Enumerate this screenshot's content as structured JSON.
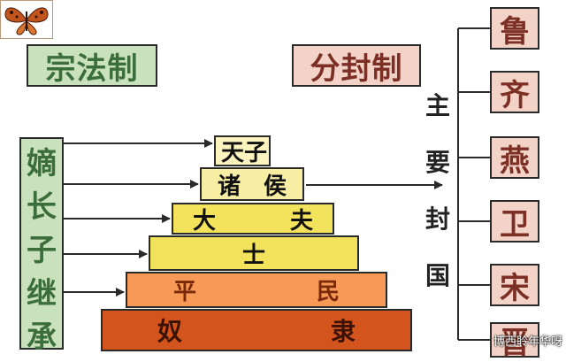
{
  "titles": {
    "zongfa": "宗法制",
    "fenfeng": "分封制"
  },
  "succession": {
    "chars": [
      "嫡",
      "长",
      "子",
      "继",
      "承"
    ]
  },
  "pyramid": {
    "tianzi": [
      "天",
      "子"
    ],
    "zhuhou": [
      "诸",
      "侯"
    ],
    "dafu": [
      "大",
      "夫"
    ],
    "shi": "士",
    "pingmin": [
      "平",
      "民"
    ],
    "nuli": [
      "奴",
      "隶"
    ]
  },
  "major_states_label": [
    "主",
    "要",
    "封",
    "国"
  ],
  "states": [
    "鲁",
    "齐",
    "燕",
    "卫",
    "宋",
    "晋"
  ],
  "watermark": "博西聆年华呀",
  "colors": {
    "green_box": "#c9e2bd",
    "pink_box": "#f3d3c7",
    "tier_light": "#fbf4bf",
    "tier_yellow": "#f3e25c",
    "tier_orange": "#f79a57",
    "tier_red": "#d4541e"
  }
}
